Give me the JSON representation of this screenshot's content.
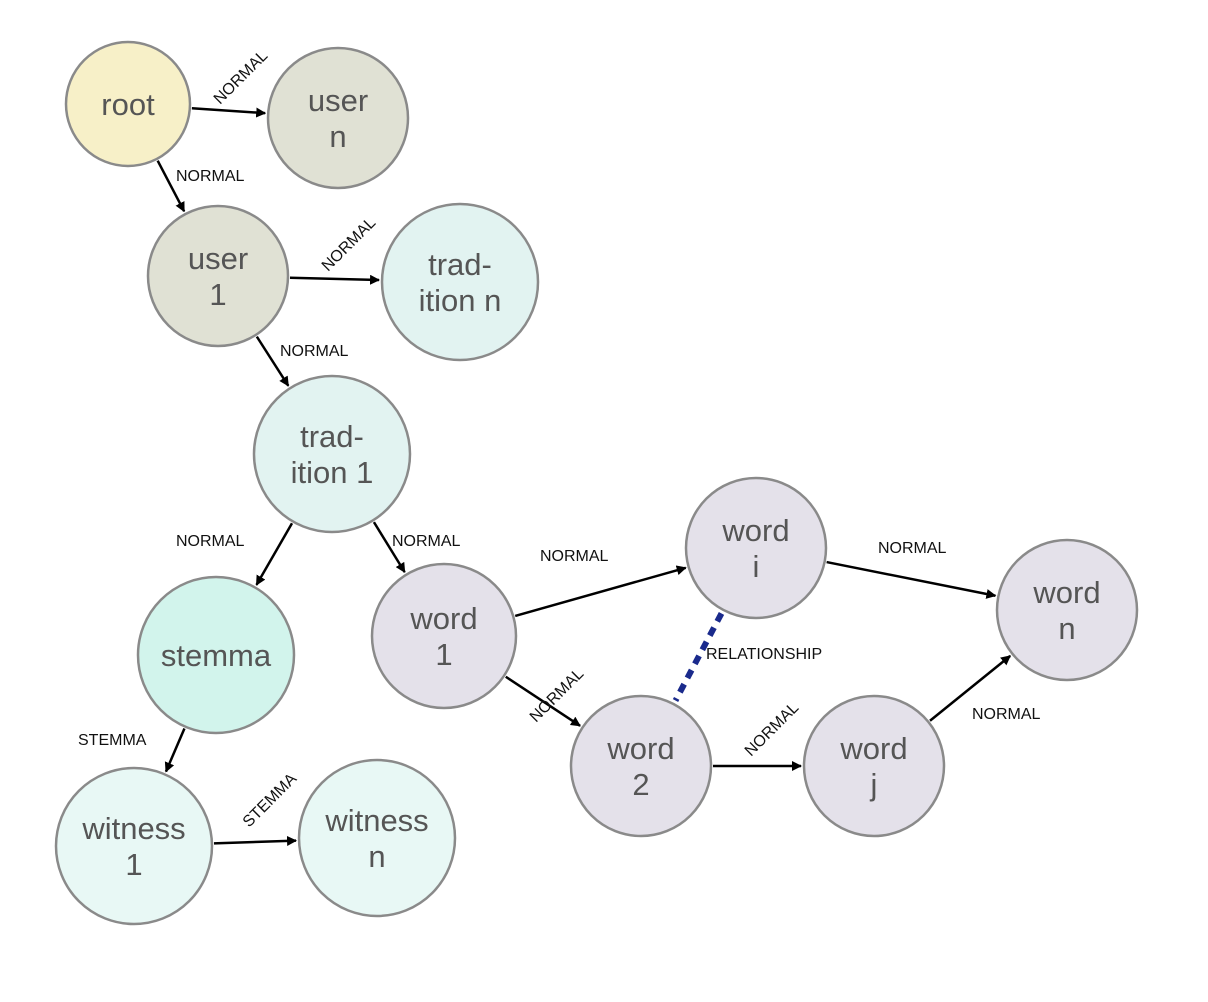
{
  "colors": {
    "root": "#f7f0c8",
    "user": "#e0e1d4",
    "tradition": "#e2f3f1",
    "stemma": "#d2f4ec",
    "witness": "#e8f8f5",
    "word": "#e4e1ea",
    "edge": "#000000",
    "relationship": "#1a2a8c"
  },
  "nodes": [
    {
      "id": "root",
      "lines": [
        "root"
      ],
      "kind": "root"
    },
    {
      "id": "user-n",
      "lines": [
        "user",
        "n"
      ],
      "kind": "user"
    },
    {
      "id": "user-1",
      "lines": [
        "user",
        "1"
      ],
      "kind": "user"
    },
    {
      "id": "tradition-n",
      "lines": [
        "trad-",
        "ition n"
      ],
      "kind": "tradition"
    },
    {
      "id": "tradition-1",
      "lines": [
        "trad-",
        "ition 1"
      ],
      "kind": "tradition"
    },
    {
      "id": "stemma",
      "lines": [
        "stemma"
      ],
      "kind": "stemma"
    },
    {
      "id": "witness-1",
      "lines": [
        "witness",
        "1"
      ],
      "kind": "witness"
    },
    {
      "id": "witness-n",
      "lines": [
        "witness",
        "n"
      ],
      "kind": "witness"
    },
    {
      "id": "word-1",
      "lines": [
        "word",
        "1"
      ],
      "kind": "word"
    },
    {
      "id": "word-i",
      "lines": [
        "word",
        "i"
      ],
      "kind": "word"
    },
    {
      "id": "word-2",
      "lines": [
        "word",
        "2"
      ],
      "kind": "word"
    },
    {
      "id": "word-j",
      "lines": [
        "word",
        "j"
      ],
      "kind": "word"
    },
    {
      "id": "word-n",
      "lines": [
        "word",
        "n"
      ],
      "kind": "word"
    }
  ],
  "edges": [
    {
      "from": "root",
      "to": "user-n",
      "label": "NORMAL"
    },
    {
      "from": "root",
      "to": "user-1",
      "label": "NORMAL"
    },
    {
      "from": "user-1",
      "to": "tradition-n",
      "label": "NORMAL"
    },
    {
      "from": "user-1",
      "to": "tradition-1",
      "label": "NORMAL"
    },
    {
      "from": "tradition-1",
      "to": "stemma",
      "label": "NORMAL"
    },
    {
      "from": "tradition-1",
      "to": "word-1",
      "label": "NORMAL"
    },
    {
      "from": "stemma",
      "to": "witness-1",
      "label": "STEMMA"
    },
    {
      "from": "witness-1",
      "to": "witness-n",
      "label": "STEMMA"
    },
    {
      "from": "word-1",
      "to": "word-i",
      "label": "NORMAL"
    },
    {
      "from": "word-1",
      "to": "word-2",
      "label": "NORMAL"
    },
    {
      "from": "word-i",
      "to": "word-n",
      "label": "NORMAL"
    },
    {
      "from": "word-2",
      "to": "word-j",
      "label": "NORMAL"
    },
    {
      "from": "word-j",
      "to": "word-n",
      "label": "NORMAL"
    },
    {
      "from": "word-i",
      "to": "word-2",
      "label": "RELATIONSHIP",
      "style": "dashed"
    }
  ]
}
